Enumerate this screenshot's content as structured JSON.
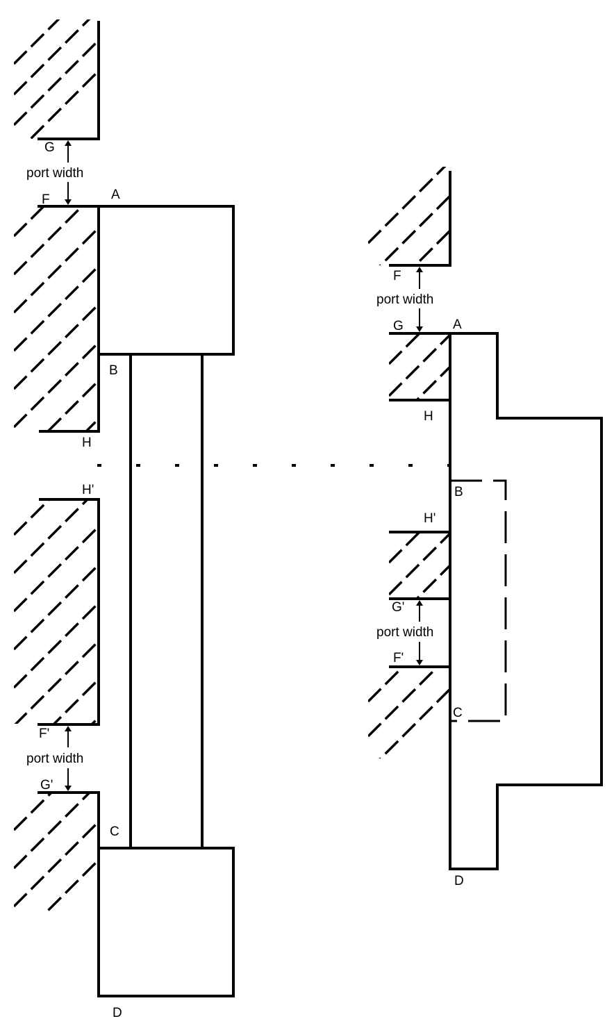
{
  "left_view": {
    "labels": {
      "a": "A",
      "b": "B",
      "c": "C",
      "d": "D",
      "f": "F",
      "g": "G",
      "h": "H",
      "f_prime": "F'",
      "g_prime": "G'",
      "h_prime": "H'"
    },
    "top_port_label": "port width",
    "bottom_port_label": "port width"
  },
  "right_view": {
    "labels": {
      "a": "A",
      "b": "B",
      "c": "C",
      "d": "D",
      "f": "F",
      "g": "G",
      "h": "H",
      "f_prime": "F'",
      "g_prime": "G'",
      "h_prime": "H'"
    },
    "top_port_label": "port width",
    "bottom_port_label": "port width"
  }
}
